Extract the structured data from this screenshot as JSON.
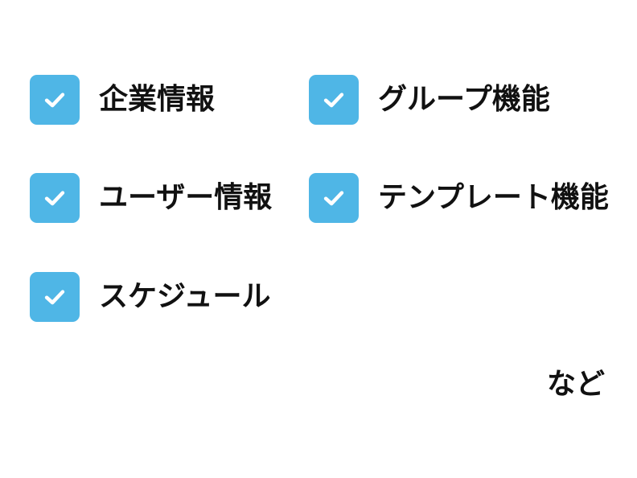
{
  "colors": {
    "checkbox_bg": "#4FB6E6",
    "checkmark": "#ffffff",
    "text": "#111111"
  },
  "features": [
    {
      "label": "企業情報",
      "checked": true,
      "icon": "check-icon"
    },
    {
      "label": "グループ機能",
      "checked": true,
      "icon": "check-icon"
    },
    {
      "label": "ユーザー情報",
      "checked": true,
      "icon": "check-icon"
    },
    {
      "label": "テンプレート機能",
      "checked": true,
      "icon": "check-icon"
    },
    {
      "label": "スケジュール",
      "checked": true,
      "icon": "check-icon"
    }
  ],
  "footer": {
    "text": "など"
  }
}
